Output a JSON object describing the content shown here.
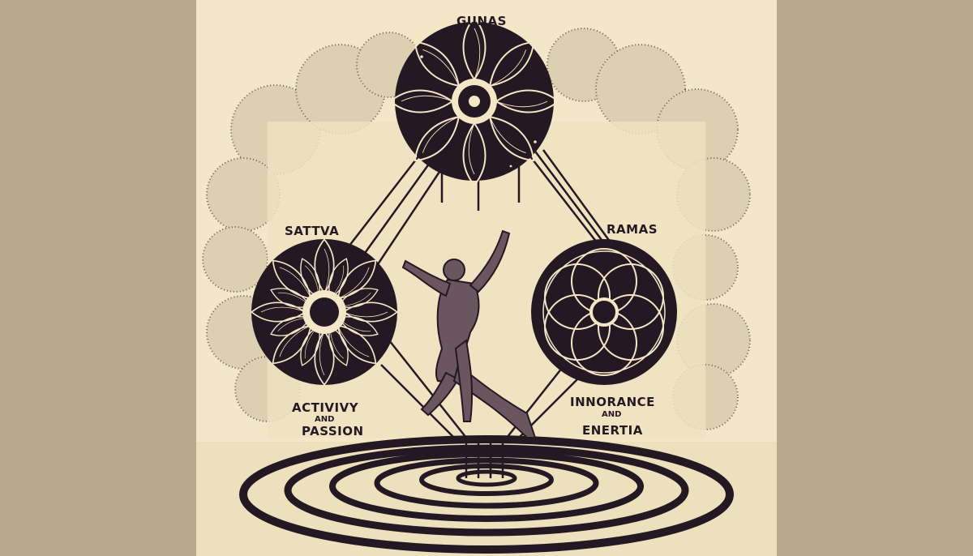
{
  "labels": {
    "top": "GUNAS",
    "left_top": "SATTVA",
    "right_top": "RAMAS",
    "left_bottom_1": "ACTIVIVY",
    "left_bottom_and": "AND",
    "left_bottom_2": "PASSION",
    "right_bottom_1": "INNORANCE",
    "right_bottom_and": "AND",
    "right_bottom_2": "ENERTIA"
  },
  "colors": {
    "side_panels": "#bca88e",
    "parchment": "#f3e7c7",
    "ink": "#241823"
  }
}
